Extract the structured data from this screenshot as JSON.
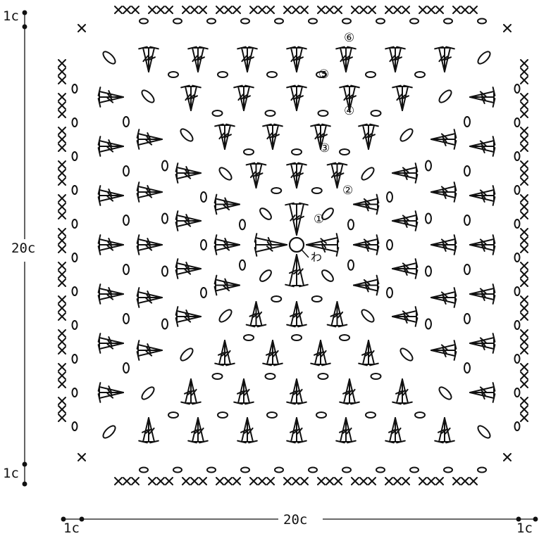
{
  "dimensions": {
    "width_label": "20c",
    "height_label": "20c",
    "margin_left": "1c",
    "margin_right": "1c",
    "margin_top": "1c",
    "margin_bottom": "1c"
  },
  "rounds": [
    "①",
    "②",
    "③",
    "④",
    "⑤",
    "⑥"
  ],
  "center_label": "わ",
  "stitch_symbols": {
    "double_crochet": "T with slash",
    "chain": "oval",
    "single_crochet": "×",
    "center_ring": "circle"
  },
  "colors": {
    "ink": "#111111",
    "background": "#ffffff"
  }
}
